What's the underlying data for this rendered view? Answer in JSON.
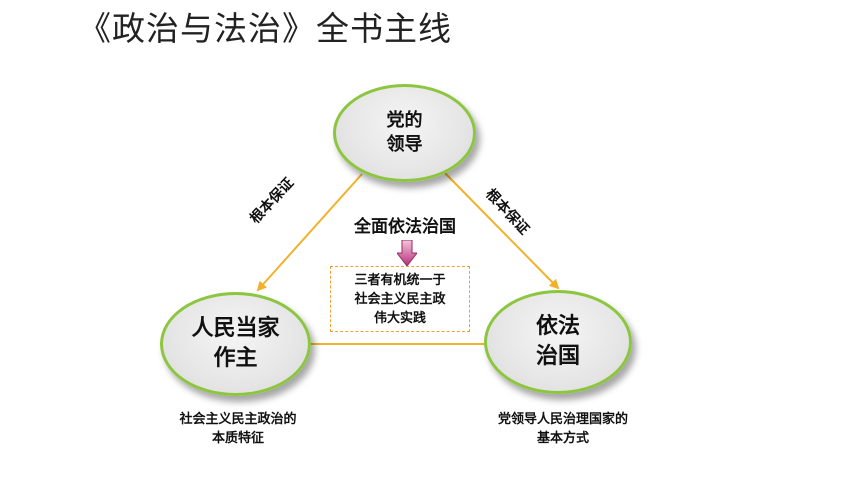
{
  "title": "《政治与法治》全书主线",
  "nodes": {
    "top": "党的\n领导",
    "left": "人民当家\n作主",
    "right": "依法\n治国"
  },
  "edges": {
    "left": "根本保证",
    "right": "根本保证"
  },
  "center": {
    "title": "全面依法治国",
    "box": "三者有机统一于\n社会主义民主政\n伟大实践"
  },
  "captions": {
    "left": "社会主义民主政治的\n本质特征",
    "right": "党领导人民治理国家的\n基本方式"
  },
  "colors": {
    "node_border": "#8cc63f",
    "connector": "#f2b12a",
    "arrow": "#d1569a",
    "box_border": "#f0a030"
  }
}
